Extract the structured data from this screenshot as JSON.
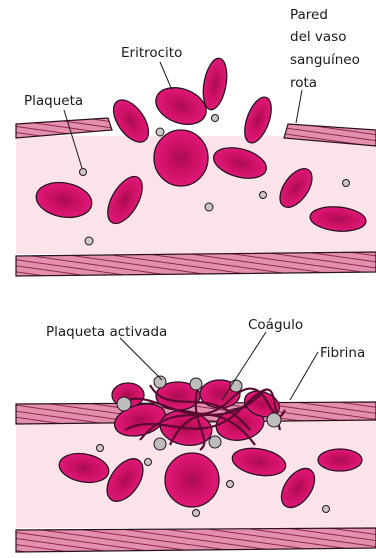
{
  "labels": {
    "eritrocito": "Eritrocito",
    "plaqueta": "Plaqueta",
    "pared": [
      "Pared",
      "del vaso",
      "sanguíneo",
      "rota"
    ],
    "plaqueta_activada": "Plaqueta activada",
    "coagulo": "Coágulo",
    "fibrina": "Fibrina"
  },
  "colors": {
    "rbc": "#d4136d",
    "rbc_center": "#a80c55",
    "plasma": "#fbe3ea",
    "wall": "#e58fae",
    "platelet": "#c8c8c8",
    "outline": "#2a1220"
  }
}
